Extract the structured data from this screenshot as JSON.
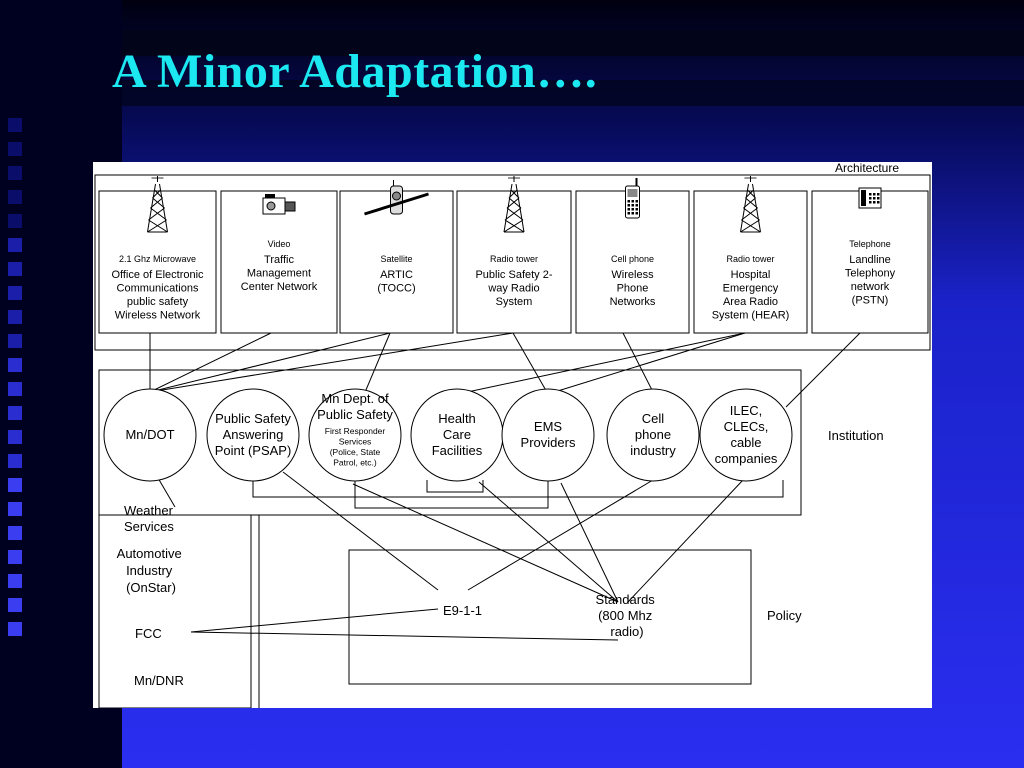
{
  "slide": {
    "title": "A Minor Adaptation….",
    "colors": {
      "title": "#1be8f0",
      "background": "#2a2ef0",
      "stripe": "#000020"
    }
  },
  "diagram": {
    "section_labels": {
      "architecture": "Architecture",
      "institution": "Institution",
      "policy": "Policy"
    },
    "architecture_boxes": [
      {
        "icon": "microwave-tower-icon",
        "caption": "2.1 Ghz Microwave",
        "lines": [
          "Office of Electronic",
          "Communications",
          "public safety",
          "Wireless Network"
        ]
      },
      {
        "icon": "video-camera-icon",
        "caption": "Video",
        "lines": [
          "Traffic",
          "Management",
          "Center Network"
        ]
      },
      {
        "icon": "satellite-icon",
        "caption": "Satellite",
        "lines": [
          "ARTIC",
          "(TOCC)"
        ]
      },
      {
        "icon": "radio-tower-icon",
        "caption": "Radio tower",
        "lines": [
          "Public Safety 2-",
          "way Radio",
          "System"
        ]
      },
      {
        "icon": "cell-phone-icon",
        "caption": "Cell phone",
        "lines": [
          "Wireless",
          "Phone",
          "Networks"
        ]
      },
      {
        "icon": "radio-tower-icon",
        "caption": "Radio tower",
        "lines": [
          "Hospital",
          "Emergency",
          "Area Radio",
          "System (HEAR)"
        ]
      },
      {
        "icon": "telephone-icon",
        "caption": "Telephone",
        "lines": [
          "Landline",
          "Telephony",
          "network",
          "(PSTN)"
        ]
      }
    ],
    "institutions": [
      {
        "lines": [
          "Mn/DOT"
        ]
      },
      {
        "lines": [
          "Public Safety",
          "Answering",
          "Point (PSAP)"
        ]
      },
      {
        "lines": [
          "Mn Dept. of",
          "Public Safety"
        ],
        "small_lines": [
          "First Responder",
          "Services",
          "(Police, State",
          "Patrol, etc.)"
        ]
      },
      {
        "lines": [
          "Health",
          "Care",
          "Facilities"
        ]
      },
      {
        "lines": [
          "EMS",
          "Providers"
        ]
      },
      {
        "lines": [
          "Cell",
          "phone",
          "industry"
        ]
      },
      {
        "lines": [
          "ILEC,",
          "CLECs,",
          "cable",
          "companies"
        ]
      }
    ],
    "left_labels": {
      "weather": [
        "Weather",
        "Services"
      ],
      "automotive": [
        "Automotive",
        "Industry",
        "(OnStar)"
      ],
      "fcc": "FCC",
      "dnr": "Mn/DNR"
    },
    "policy_items": {
      "e911": "E9-1-1",
      "standards": [
        "Standards",
        "(800 Mhz",
        "radio)"
      ]
    }
  }
}
